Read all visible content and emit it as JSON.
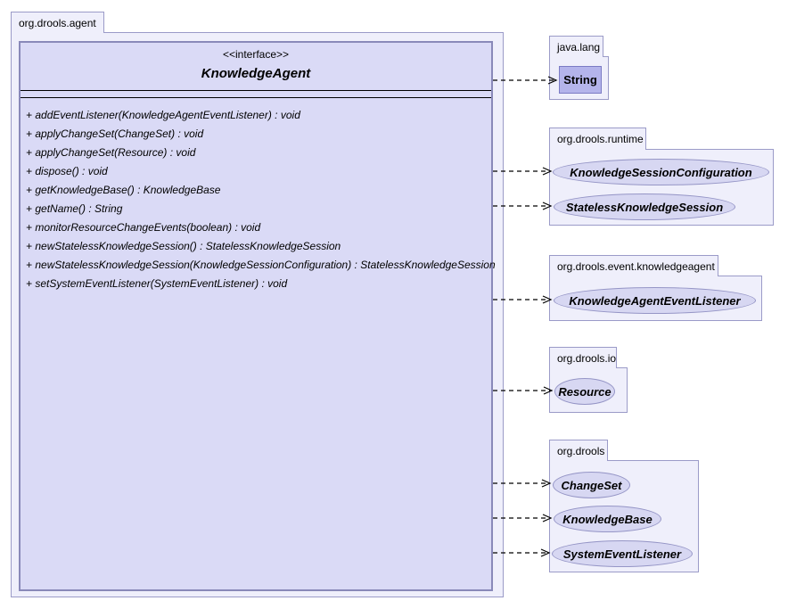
{
  "main_package": {
    "label": "org.drools.agent",
    "interface": {
      "stereotype": "<<interface>>",
      "name": "KnowledgeAgent",
      "methods": [
        "+ addEventListener(KnowledgeAgentEventListener) : void",
        "+ applyChangeSet(ChangeSet) : void",
        "+ applyChangeSet(Resource) : void",
        "+ dispose() : void",
        "+ getKnowledgeBase() : KnowledgeBase",
        "+ getName() : String",
        "+ monitorResourceChangeEvents(boolean) : void",
        "+ newStatelessKnowledgeSession() : StatelessKnowledgeSession",
        "+ newStatelessKnowledgeSession(KnowledgeSessionConfiguration) : StatelessKnowledgeSession",
        "+ setSystemEventListener(SystemEventListener) : void"
      ]
    }
  },
  "packages": {
    "java_lang": {
      "label": "java.lang",
      "class_name": "String"
    },
    "runtime": {
      "label": "org.drools.runtime",
      "interfaces": [
        "KnowledgeSessionConfiguration",
        "StatelessKnowledgeSession"
      ]
    },
    "event_knowledgeagent": {
      "label": "org.drools.event.knowledgeagent",
      "interfaces": [
        "KnowledgeAgentEventListener"
      ]
    },
    "io": {
      "label": "org.drools.io",
      "interfaces": [
        "Resource"
      ]
    },
    "drools": {
      "label": "org.drools",
      "interfaces": [
        "ChangeSet",
        "KnowledgeBase",
        "SystemEventListener"
      ]
    }
  },
  "relations": {
    "style": "dashed-dependency-open-arrowhead",
    "from": "KnowledgeAgent",
    "targets": [
      "String",
      "KnowledgeSessionConfiguration",
      "StatelessKnowledgeSession",
      "KnowledgeAgentEventListener",
      "Resource",
      "ChangeSet",
      "KnowledgeBase",
      "SystemEventListener"
    ]
  },
  "colors": {
    "package_fill": "#EFEFFB",
    "package_border": "#9B9BC8",
    "interface_fill": "#DADAF6",
    "interface_border": "#8989B9",
    "ellipse_fill": "#D7D7F2",
    "ellipse_border": "#9595C6",
    "class_fill": "#B4B4EB",
    "class_border": "#7B7BC4",
    "line_color": "#000000"
  }
}
